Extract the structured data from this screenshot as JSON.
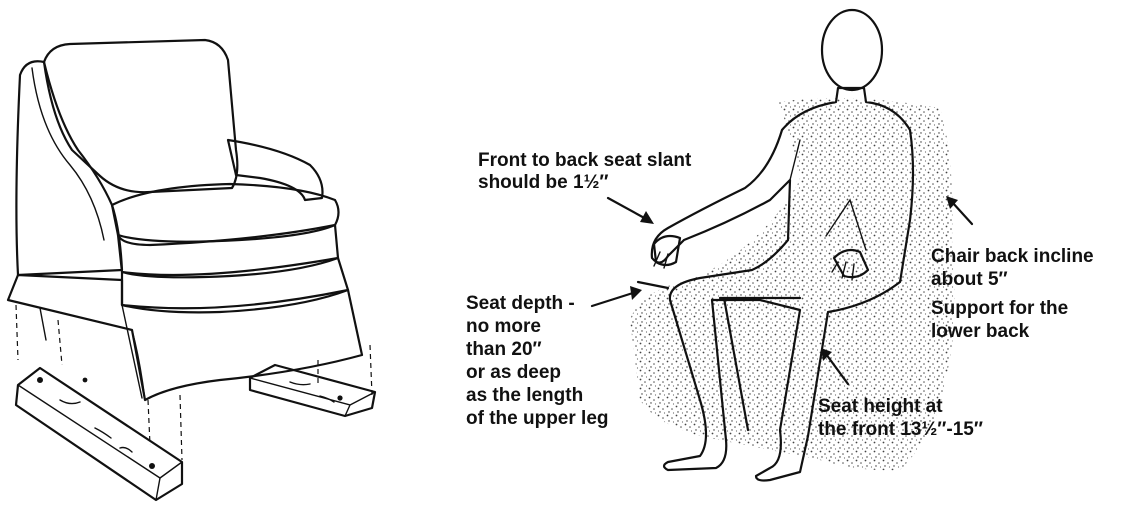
{
  "callouts": {
    "slant_line1": "Front to back seat slant",
    "slant_line2": "should be 1½″",
    "depth_line1": "Seat depth -",
    "depth_line2": "no more",
    "depth_line3": "than 20″",
    "depth_line4": "or as deep",
    "depth_line5": "as the length",
    "depth_line6": "of the upper leg",
    "back_line1": "Chair back incline",
    "back_line2": "about 5″",
    "back_line3": "Support for the",
    "back_line4": "lower back",
    "height_line1": "Seat height at",
    "height_line2": "the front 13½″-15″"
  }
}
